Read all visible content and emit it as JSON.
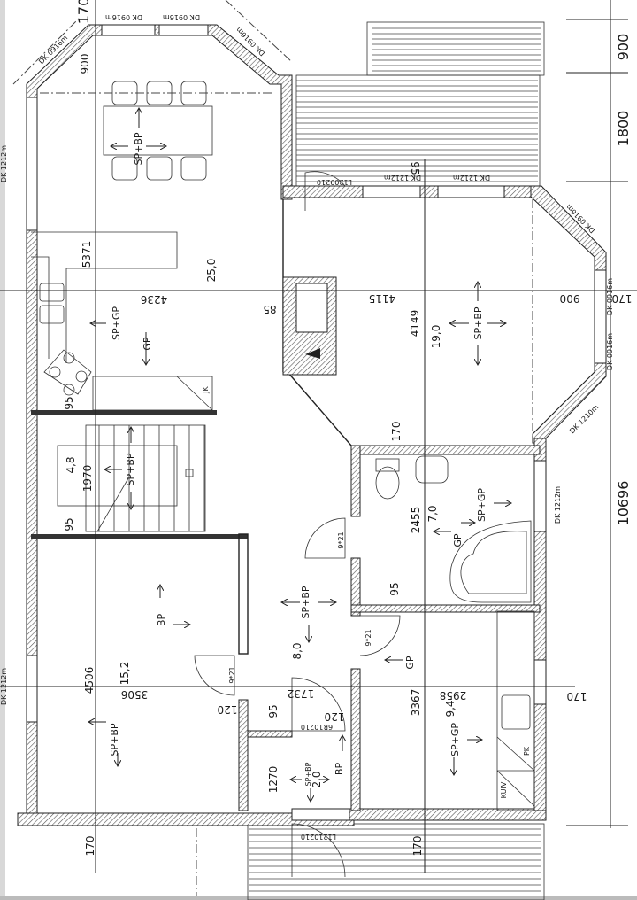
{
  "drawing": {
    "dimensions": [
      "170",
      "900",
      "5371",
      "4236",
      "85",
      "4115",
      "4149",
      "900",
      "170",
      "900",
      "1800",
      "10696",
      "1970",
      "95",
      "95",
      "170",
      "2455",
      "95",
      "4506",
      "3506",
      "120",
      "95",
      "1732",
      "120",
      "1270",
      "3367",
      "2958",
      "170",
      "170",
      "170",
      "95"
    ],
    "room_areas": [
      "25,0",
      "19,0",
      "4,8",
      "7,0",
      "8,0",
      "15,2",
      "2,0",
      "9,4"
    ],
    "window_codes": [
      "DK 0916m",
      "DK 0916m",
      "DK 0916m",
      "DK 0916m",
      "DK 1212m",
      "DK 1212m",
      "DK 1212m",
      "DK 0916m",
      "DK 0916m",
      "DK 0916m",
      "DK 1210m",
      "DK 1212m",
      "DK 1212m"
    ],
    "door_codes": [
      "L1209210",
      "9*21",
      "9*21",
      "9*21",
      "6R10210",
      "L1210210"
    ],
    "room_use_labels": [
      "SP+BP",
      "SP+GP",
      "GP",
      "SP+BP",
      "SP+BP",
      "SP+GP",
      "GP",
      "SP+BP",
      "BP",
      "SP+BP",
      "GP",
      "SP+BP",
      "BP",
      "SP+GP"
    ],
    "fixture_labels": [
      "JK",
      "PK",
      "KUIV"
    ]
  }
}
